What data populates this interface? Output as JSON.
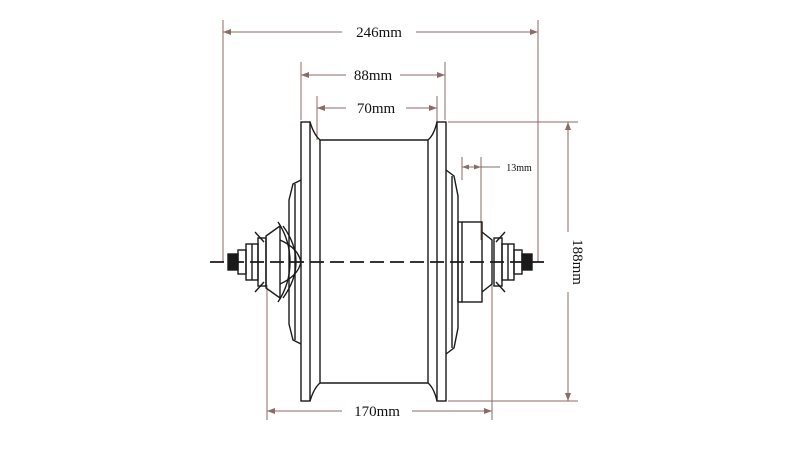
{
  "dimensions": {
    "overall_width": "246mm",
    "flange_outer": "88mm",
    "flange_inner": "70mm",
    "offset": "13mm",
    "height": "188mm",
    "dropout_width": "170mm"
  },
  "colors": {
    "drawing_line": "#1a1a1a",
    "dimension_line": "#8c6a66",
    "background": "#ffffff"
  }
}
